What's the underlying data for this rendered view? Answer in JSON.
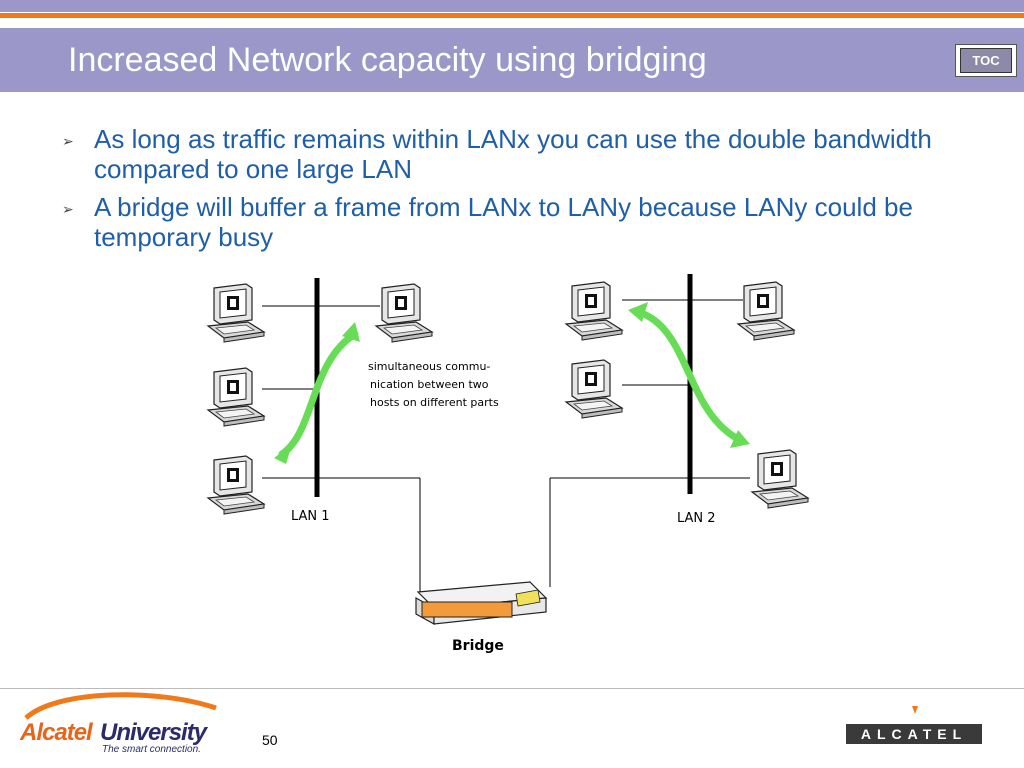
{
  "slide": {
    "title": "Increased Network capacity using bridging",
    "toc_label": "TOC",
    "bullets": [
      "As long as traffic remains within LANx you can use the double bandwidth compared to one large LAN",
      "A bridge will buffer a frame from LANx to LANy because LANy could be temporary busy"
    ],
    "page_number": "50"
  },
  "diagram": {
    "lan1_label": "LAN 1",
    "lan2_label": "LAN 2",
    "bridge_label": "Bridge",
    "annotation_lines": [
      "simultaneous commu-",
      "nication between two",
      "hosts on different parts"
    ]
  },
  "footer": {
    "university_logo_text": "AlcatelUniversity",
    "university_tagline": "The smart connection.",
    "alcatel_logo_text": "ALCATEL"
  },
  "colors": {
    "title_bar": "#9b97c9",
    "accent_orange": "#f07a1a",
    "bullet_text": "#1f5fa8",
    "arrow_green": "#66dd55"
  }
}
